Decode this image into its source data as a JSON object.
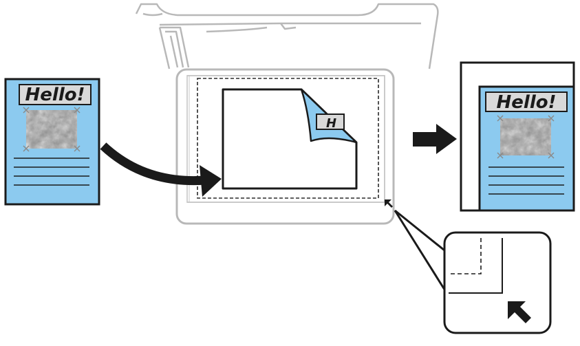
{
  "diagram": {
    "original_flyer": {
      "title": "Hello!"
    },
    "placed_document": {
      "title": "H"
    },
    "copied_output": {
      "title": "Hello!"
    },
    "colors": {
      "paper_blue": "#8ccaef",
      "label_gray": "#d9d9d9",
      "scanner_gray": "#b8b8b8",
      "ink": "#1a1a1a"
    },
    "icons": [
      "curved-arrow-icon",
      "right-arrow-icon",
      "corner-pointer-icon",
      "zoom-callout"
    ]
  }
}
